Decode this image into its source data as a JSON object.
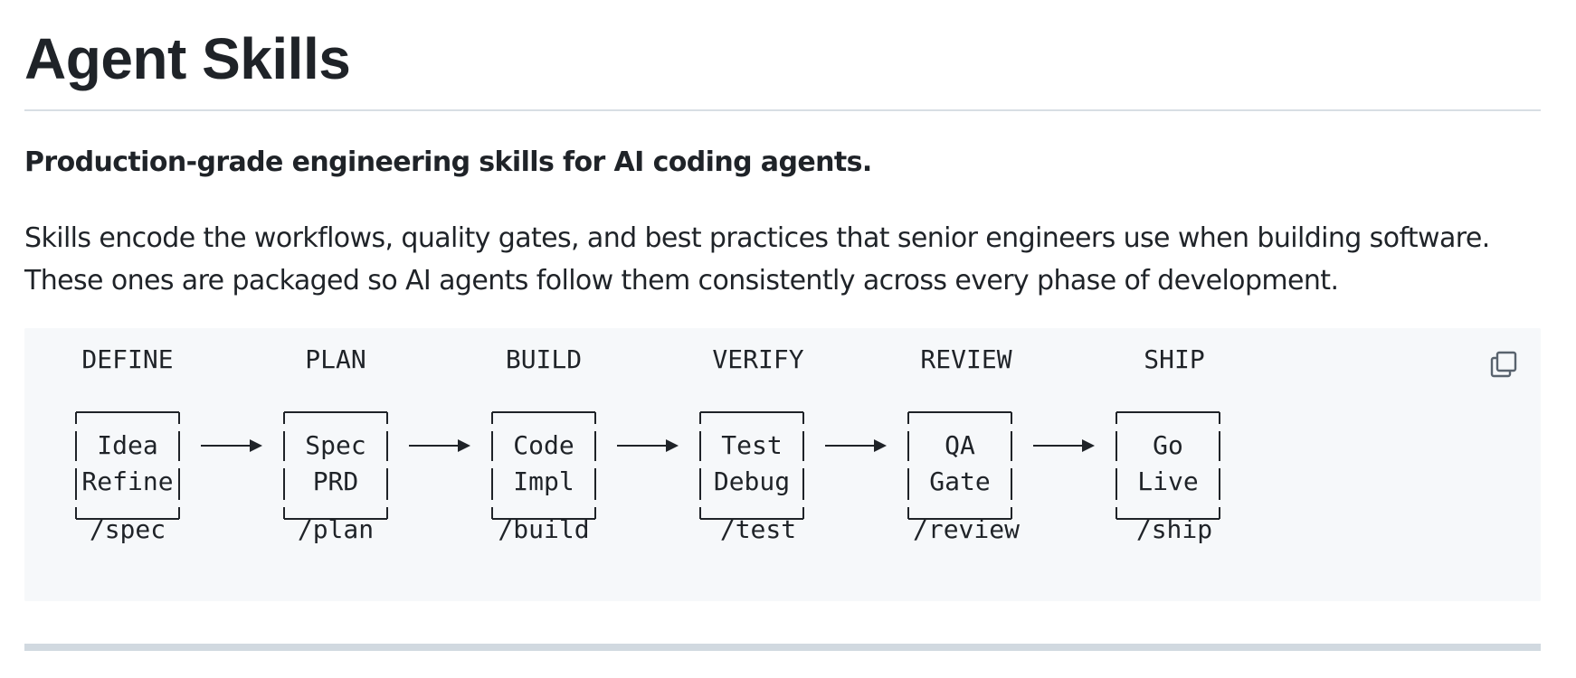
{
  "page": {
    "title": "Agent Skills",
    "tagline": "Production-grade engineering skills for AI coding agents.",
    "description_lines": [
      "Skills encode the workflows, quality gates, and best practices that senior engineers use when building software.",
      "These ones are packaged so AI agents follow them consistently across every phase of development."
    ]
  },
  "diagram": {
    "phases": [
      {
        "label": "DEFINE",
        "box": [
          "Idea",
          "Refine"
        ],
        "command": "/spec"
      },
      {
        "label": "PLAN",
        "box": [
          "Spec",
          "PRD"
        ],
        "command": "/plan"
      },
      {
        "label": "BUILD",
        "box": [
          "Code",
          "Impl"
        ],
        "command": "/build"
      },
      {
        "label": "VERIFY",
        "box": [
          "Test",
          "Debug"
        ],
        "command": "/test"
      },
      {
        "label": "REVIEW",
        "box": [
          "QA",
          "Gate"
        ],
        "command": "/review"
      },
      {
        "label": "SHIP",
        "box": [
          "Go",
          "Live"
        ],
        "command": "/ship"
      }
    ]
  },
  "icons": {
    "copy": "copy-icon"
  },
  "colors": {
    "text": "#1f2328",
    "code_background": "#f6f8fa",
    "rule": "#d8dee4",
    "icon": "#59636e"
  }
}
